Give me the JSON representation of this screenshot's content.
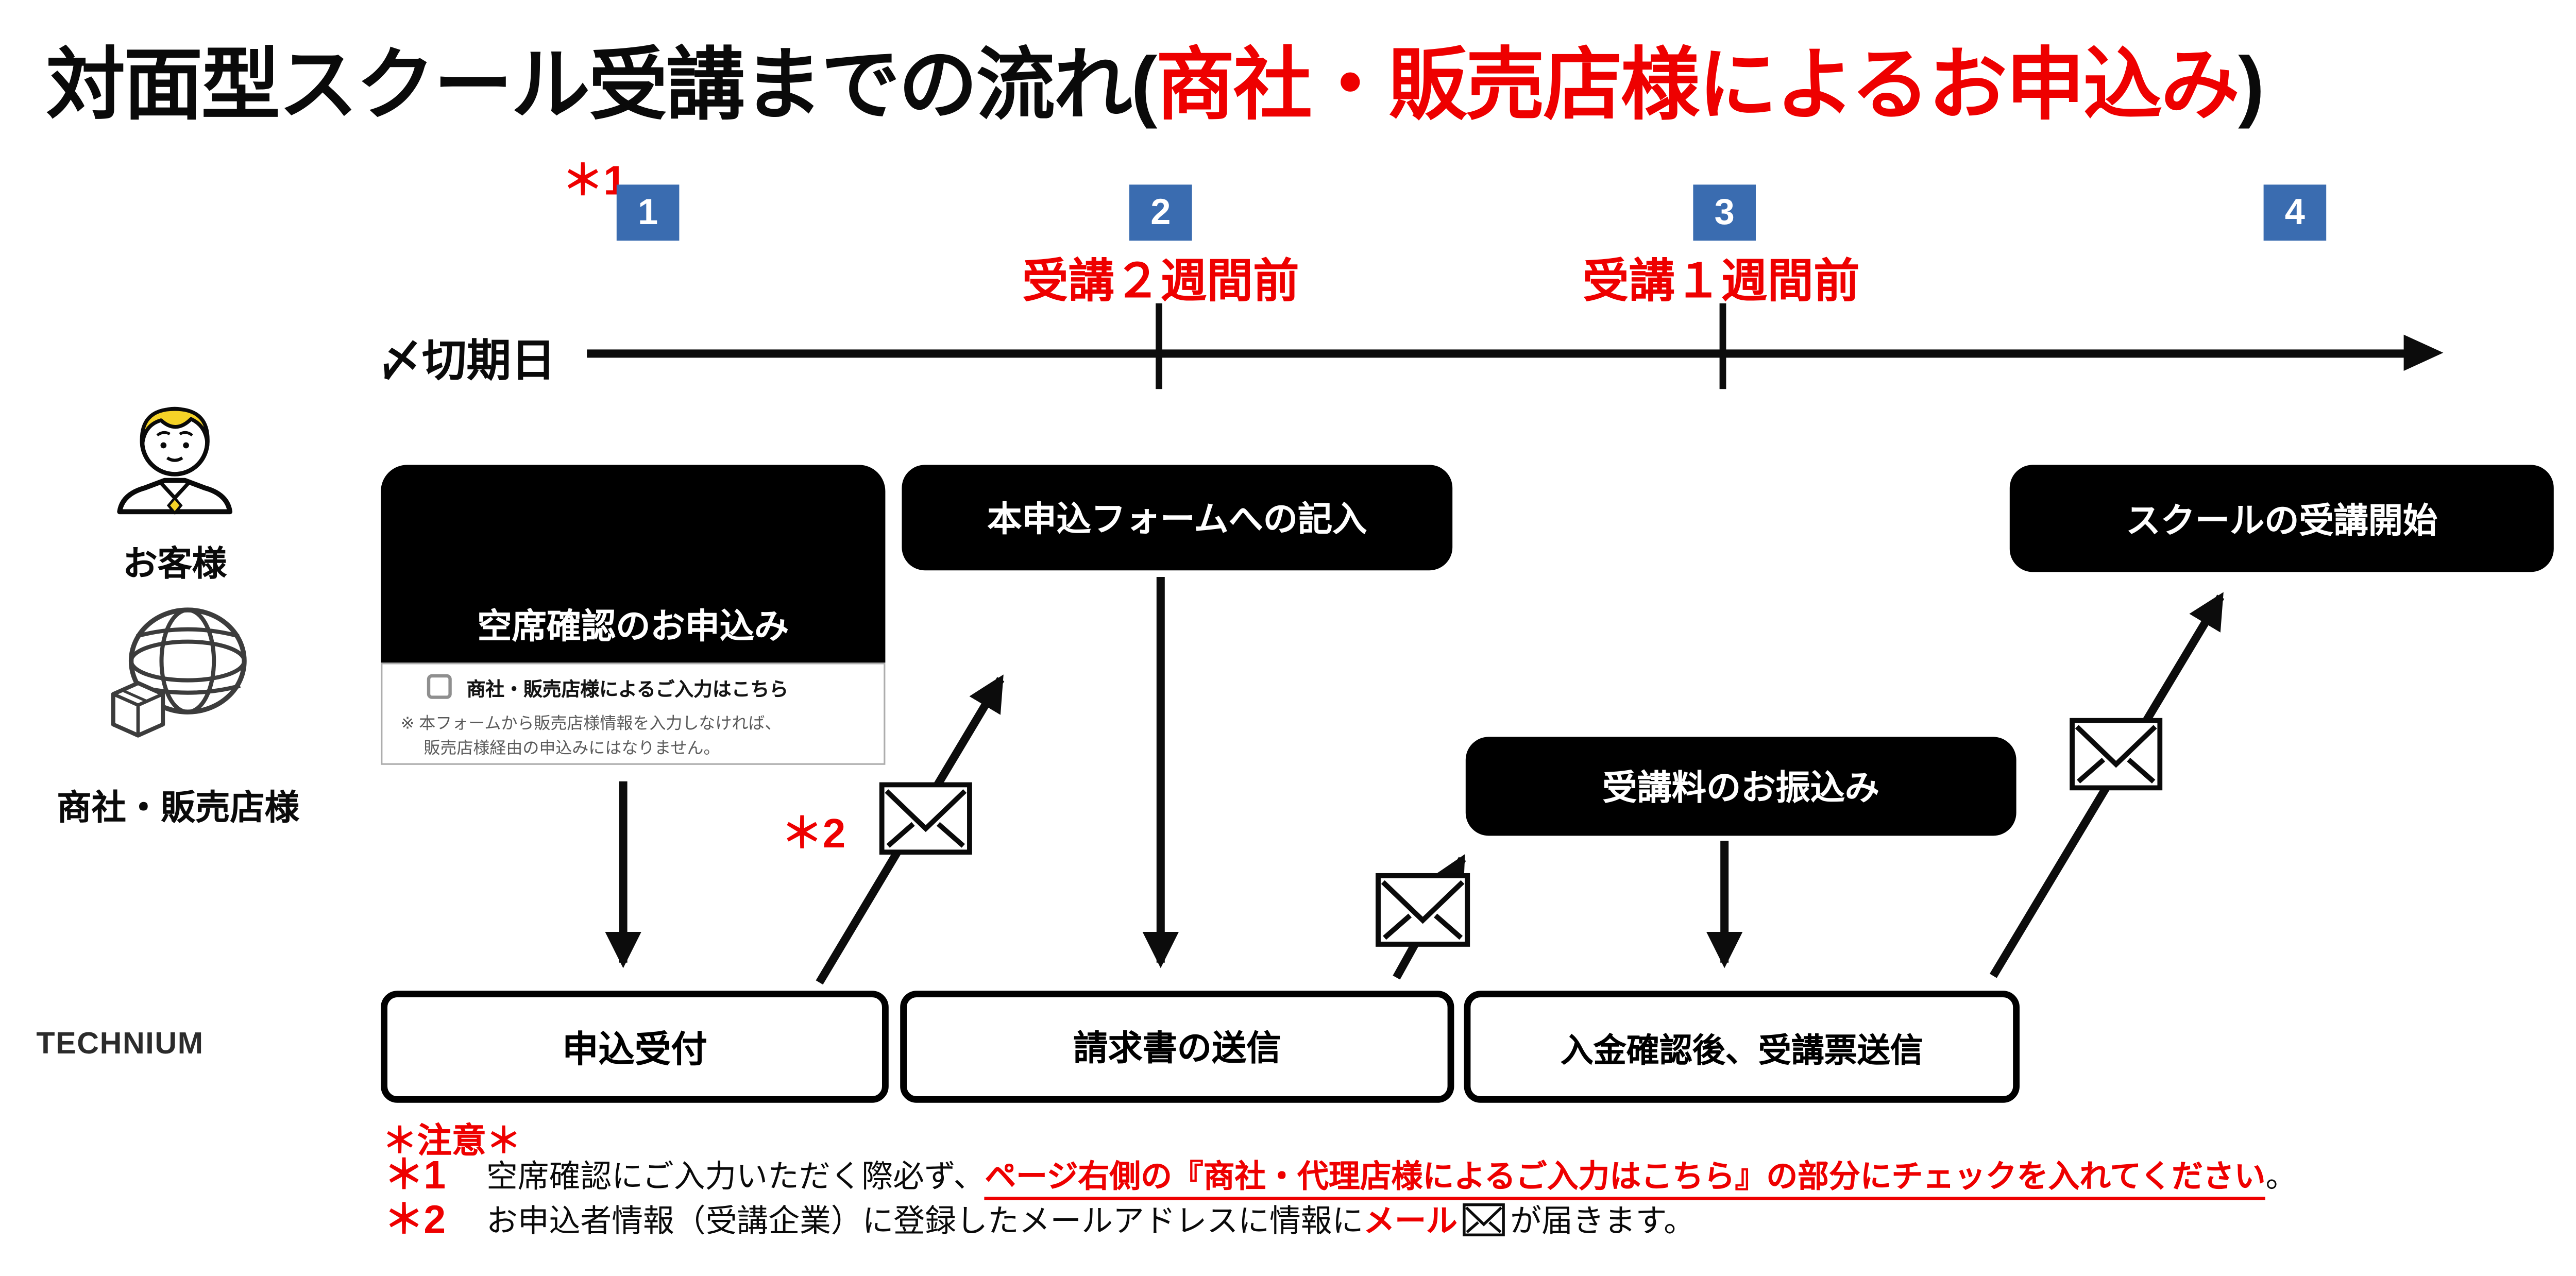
{
  "title": {
    "prefix": "対面型スクール受講までの流れ(",
    "highlight": "商社・販売店様によるお申込み",
    "suffix": ")"
  },
  "steps": [
    {
      "number": "1",
      "annotation": "＊1"
    },
    {
      "number": "2",
      "deadline": "受講２週間前"
    },
    {
      "number": "3",
      "deadline": "受講１週間前"
    },
    {
      "number": "4"
    }
  ],
  "timeline": {
    "label": "〆切期日"
  },
  "actors": {
    "customer": {
      "label": "お客様",
      "icon": "person-icon"
    },
    "distributor": {
      "label": "商社・販売店様",
      "icon": "globe-package-icon"
    },
    "company": {
      "label": "TECHNIUM",
      "icon": "technium-logo"
    }
  },
  "boxes": {
    "vacancy": {
      "title": "空席確認のお申込み",
      "form": {
        "checkbox_label": "商社・販売店様によるご入力はこちら",
        "note_line1": "※ 本フォームから販売店様情報を入力しなければ、",
        "note_line2": "販売店様経由の申込みにはなりません。"
      }
    },
    "application_form": {
      "title": "本申込フォームへの記入"
    },
    "payment": {
      "title": "受講料のお振込み"
    },
    "school_start": {
      "title": "スクールの受講開始"
    },
    "reception": {
      "title": "申込受付"
    },
    "invoice": {
      "title": "請求書の送信"
    },
    "payment_confirm": {
      "title": "入金確認後、受講票送信"
    }
  },
  "mail_annotation": "＊2",
  "notes": {
    "caution": "＊注意＊",
    "note1": {
      "prefix": "＊1",
      "black": "空席確認にご入力いただく際必ず、",
      "red_underlined": "ページ右側の『商社・代理店様によるご入力はこちら』の部分にチェックを入れてください",
      "suffix": "。"
    },
    "note2": {
      "prefix": "＊2",
      "black": "お申込者情報（受講企業）に登録したメールアドレスに情報に",
      "red": "メール",
      "suffix": "が届きます。"
    }
  },
  "icons": {
    "mail": "envelope-icon",
    "timeline_end": "arrow-right-icon"
  },
  "colors": {
    "accent_red": "#ee0000",
    "step_blue": "#3a6cb0",
    "box_black": "#000000"
  }
}
